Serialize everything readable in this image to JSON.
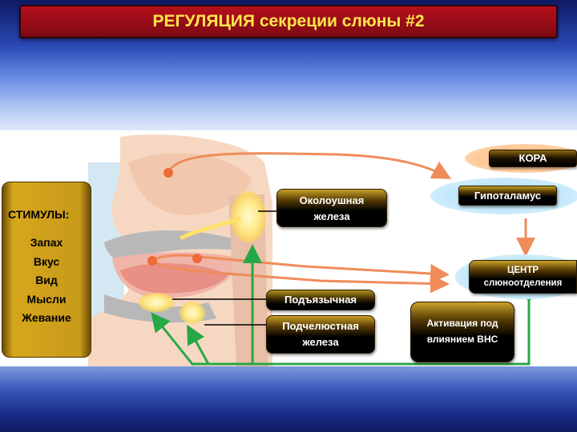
{
  "title": "РЕГУЛЯЦИЯ секреции слюны #2",
  "stimuli": {
    "heading": "СТИМУЛЫ:",
    "items": [
      "Запах",
      "Вкус",
      "Вид",
      "Мысли",
      "Жевание"
    ]
  },
  "glands": {
    "parotid": [
      "Околоушная",
      "железа"
    ],
    "sublingual": "Подъязычная",
    "submandibular": [
      "Подчелюстная",
      "железа"
    ]
  },
  "brain": {
    "cortex": "КОРА",
    "hypothalamus": "Гипоталамус",
    "center": [
      "ЦЕНТР",
      "слюноотделения"
    ]
  },
  "ans_activation": [
    "Активация под",
    "влиянием ВНС"
  ],
  "colors": {
    "title_bg": "#9a0d17",
    "title_text": "#ffe64a",
    "afferent_arrow": "#ef8c5a",
    "efferent_arrow": "#27a846",
    "stimuli_box": "#d0a01d",
    "brain_zone": "#b9e3f9"
  }
}
